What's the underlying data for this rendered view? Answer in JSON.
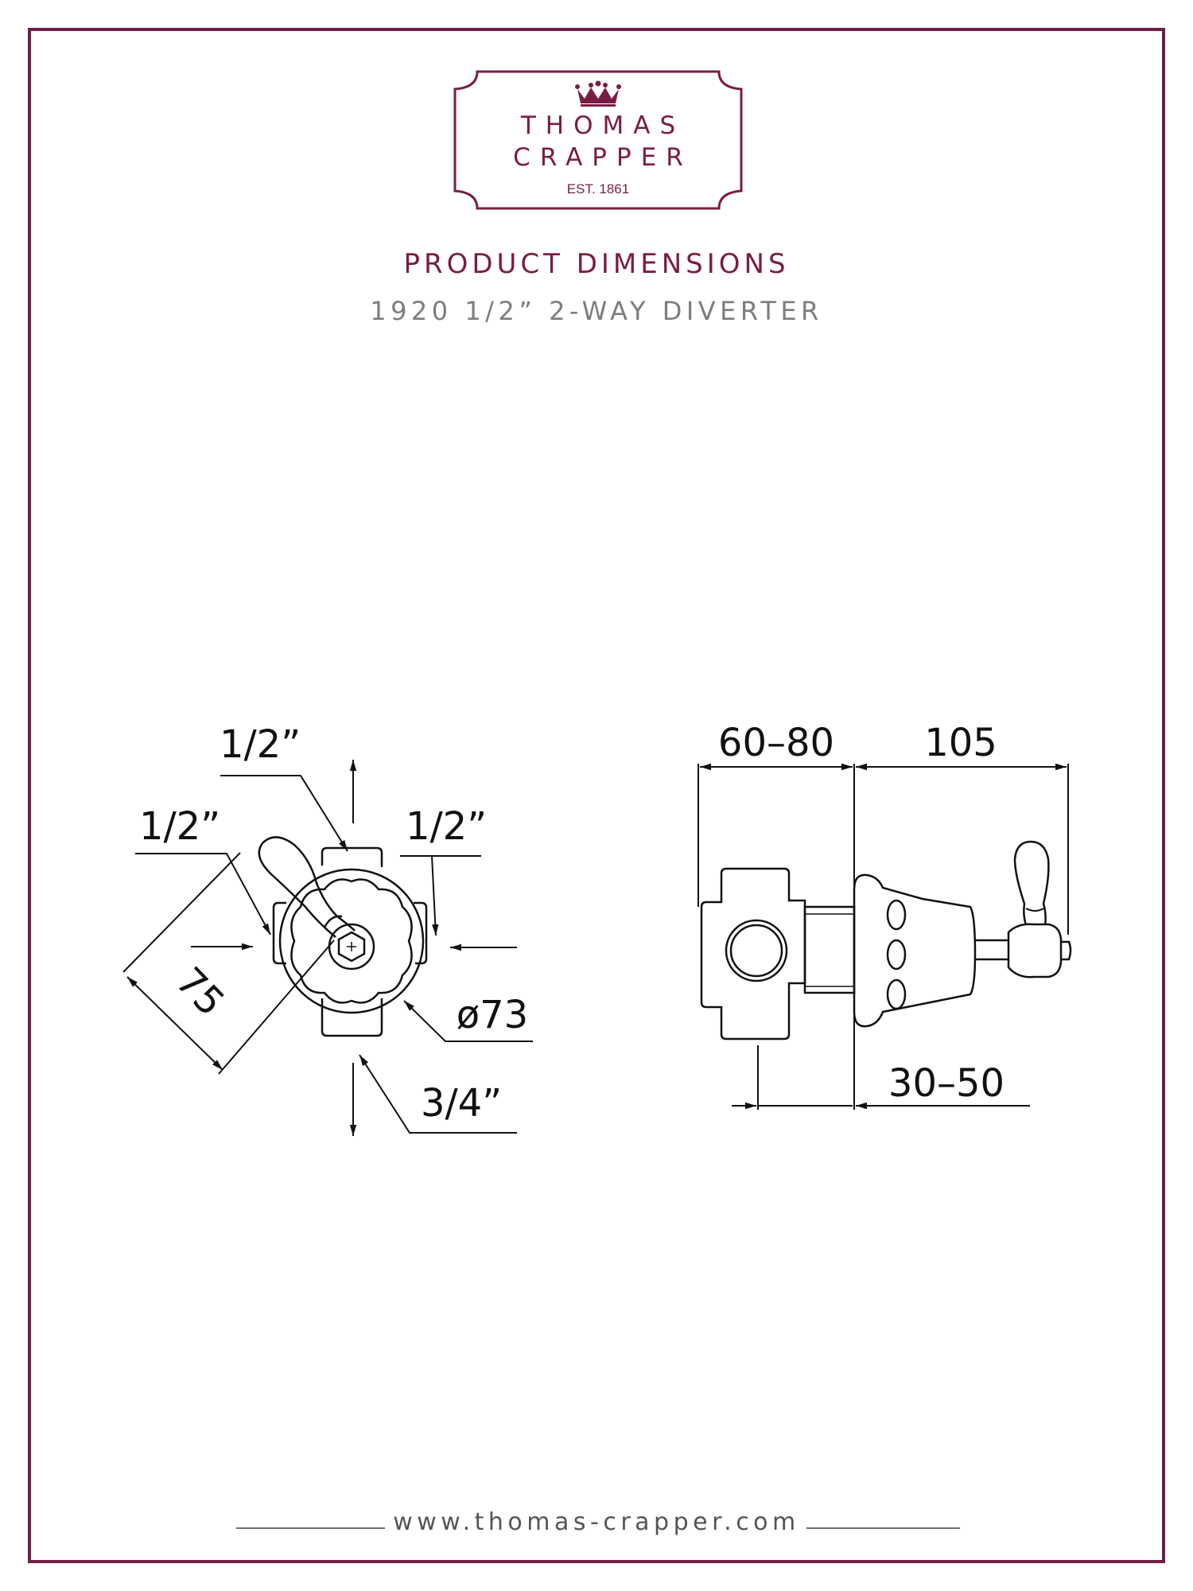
{
  "logo": {
    "line1": "THOMAS",
    "line2": "CRAPPER",
    "established": "EST. 1861",
    "crown_icon": "crown-icon"
  },
  "heading": "PRODUCT DIMENSIONS",
  "subheading": "1920 1/2” 2-WAY DIVERTER",
  "front_view": {
    "dim_top_inlet": "1/2”",
    "dim_left_inlet": "1/2”",
    "dim_right_inlet": "1/2”",
    "dim_diagonal": "75",
    "dim_diameter": "ø73",
    "dim_bottom_outlet": "3/4”"
  },
  "side_view": {
    "dim_body_depth": "60–80",
    "dim_projection": "105",
    "dim_plate_depth": "30–50"
  },
  "footer": {
    "url": "www.thomas-crapper.com"
  },
  "colors": {
    "brand": "#7a1c44",
    "frame": "#6e1f47",
    "subtitle": "#7d7d7d",
    "line": "#111111"
  }
}
